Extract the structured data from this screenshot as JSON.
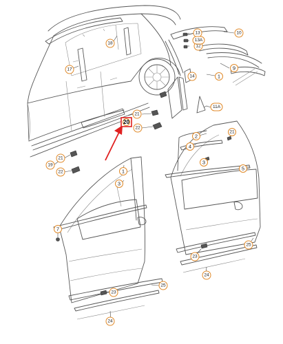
{
  "callouts": {
    "c1": "1",
    "c2": "2",
    "c3": "3",
    "c4": "4",
    "c5": "5",
    "c7": "7",
    "c9": "9",
    "c10": "10",
    "c11a": "11A",
    "c12": "12",
    "c13": "13",
    "c13a": "13A",
    "c14": "14",
    "c17": "17",
    "c18": "18",
    "c19": "19",
    "c20": "20",
    "c21a": "21",
    "c21b": "21",
    "c22a": "22",
    "c22b": "22",
    "c23a": "23",
    "c23b": "23",
    "c24a": "24",
    "c24b": "24",
    "c25a": "25",
    "c25b": "25"
  },
  "highlight": {
    "part": "20",
    "color": "#e02020"
  },
  "colors": {
    "callout_ring": "#e08a2a",
    "line": "#555555"
  }
}
